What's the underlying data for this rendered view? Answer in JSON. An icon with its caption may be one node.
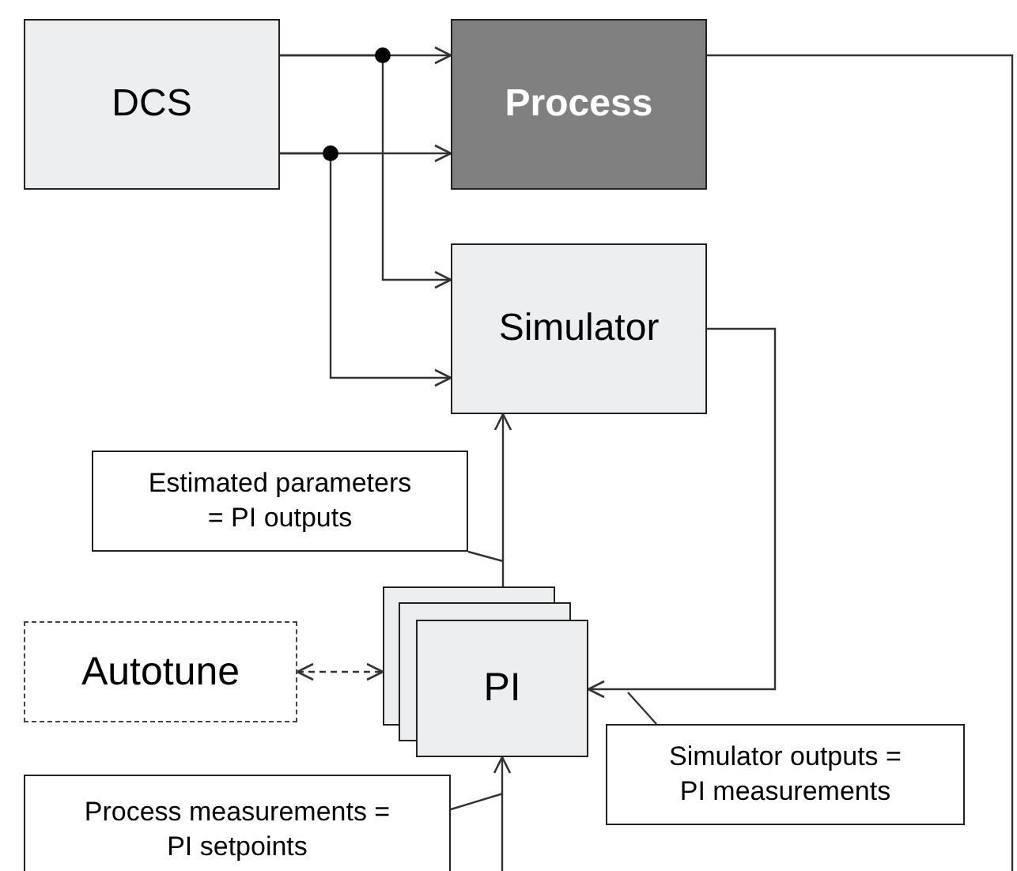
{
  "diagram": {
    "nodes": [
      {
        "text": [
          "DCS"
        ]
      },
      {
        "text": [
          "Process"
        ]
      },
      {
        "text": [
          "Simulator"
        ]
      },
      {
        "text": [
          "Estimated parameters = PI outputs"
        ]
      },
      {
        "text": [
          "Autotune"
        ]
      },
      {
        "text": [
          "PI"
        ]
      },
      {
        "text": [
          "Simulator outputs = PI measurements"
        ]
      },
      {
        "text": [
          "Process measurements = PI setpoints"
        ]
      }
    ],
    "edges": [
      {
        "from": 0,
        "to": 1,
        "arrow": "to"
      },
      {
        "from": 0,
        "to": 1,
        "arrow": "to"
      },
      {
        "from": 0,
        "to": 2,
        "arrow": "to"
      },
      {
        "from": 0,
        "to": 2,
        "arrow": "to"
      },
      {
        "from": 1,
        "to": 5,
        "arrow": "to"
      },
      {
        "from": 2,
        "to": 5,
        "arrow": "to"
      },
      {
        "from": 5,
        "to": 2,
        "arrow": "to"
      },
      {
        "from": 4,
        "to": 5,
        "arrow": "both",
        "style": "dashed"
      },
      {
        "from": 3,
        "to": null,
        "arrow": "none"
      },
      {
        "from": 6,
        "to": null,
        "arrow": "none"
      },
      {
        "from": 7,
        "to": null,
        "arrow": "none"
      }
    ]
  }
}
